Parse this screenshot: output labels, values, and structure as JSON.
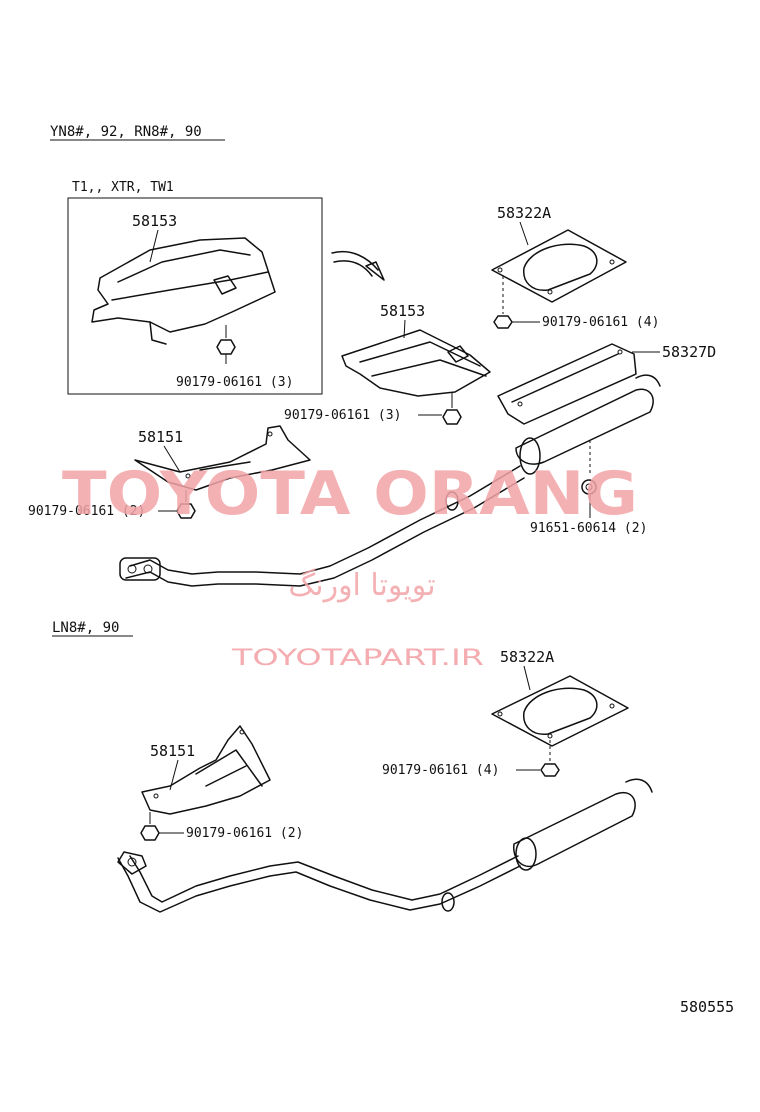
{
  "sections": {
    "top_header": "YN8#, 92, RN8#, 90",
    "bottom_header": "LN8#, 90"
  },
  "box_note": "T1,, XTR, TW1",
  "labels": {
    "p58153_box": "58153",
    "bolt_box": "90179-06161 (3)",
    "p58322A_top": "58322A",
    "bolt_58322A_top": "90179-06161 (4)",
    "p58153_main": "58153",
    "p58327D": "58327D",
    "bolt_58153_main": "90179-06161 (3)",
    "p58151_top": "58151",
    "bolt_58151_top": "90179-06161 (2)",
    "p91651": "91651-60614 (2)",
    "p58322A_bottom": "58322A",
    "bolt_58322A_bottom": "90179-06161 (4)",
    "p58151_bottom": "58151",
    "bolt_58151_bottom": "90179-06161 (2)"
  },
  "figure_number": "580555",
  "watermark": {
    "brand": "TOYOTA ORANG",
    "persian": "تویوتا اورنگ",
    "site": "TOYOTAPART.IR"
  }
}
